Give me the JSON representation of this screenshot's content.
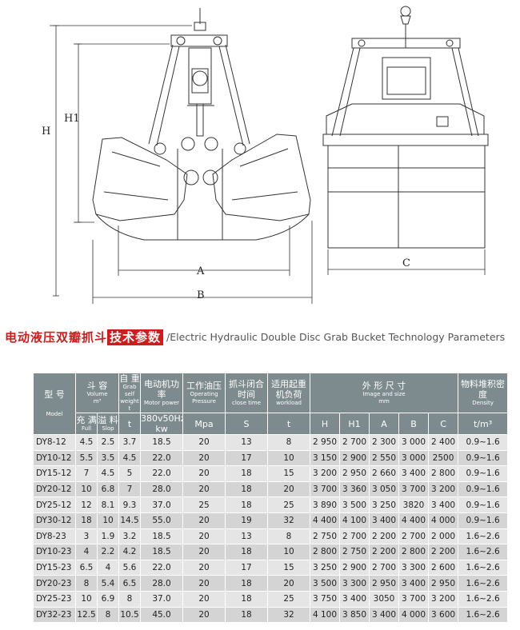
{
  "drawing": {
    "front_dims": {
      "H": "H",
      "H1": "H1",
      "A": "A",
      "B": "B"
    },
    "side_dims": {
      "C": "C"
    }
  },
  "title": {
    "cn_main": "电动液压双瓣抓斗",
    "cn_boxed": "技术参数",
    "en": "/Electric Hydraulic Double Disc Grab Bucket  Technology Parameters"
  },
  "table": {
    "headers": {
      "model_cn": "型 号",
      "model_en": "Model",
      "volume_cn": "斗 容",
      "volume_en": "Volume",
      "volume_unit": "m³",
      "full_cn": "充 满",
      "full_en": "Full",
      "slop_cn": "溢 料",
      "slop_en": "Slop",
      "weight_cn": "自 重",
      "weight_en": "Grab self weight",
      "weight_unit_t": "t",
      "weight_unit": "t",
      "motor_cn": "电动机功率",
      "motor_en": "Motor power",
      "motor_unit": "380v50Hz kw",
      "pressure_cn": "工作油压",
      "pressure_en": "Operating Pressure",
      "pressure_unit": "Mpa",
      "close_cn": "抓斗闭合时间",
      "close_en": "close time",
      "close_unit": "S",
      "workload_cn": "适用起重机负荷",
      "workload_en": "workload",
      "workload_unit": "t",
      "size_cn": "外 形 尺 寸",
      "size_en": "Image and size",
      "size_unit": "mm",
      "size_cols": [
        "H",
        "H1",
        "A",
        "B",
        "C"
      ],
      "density_cn": "物料堆积密 度",
      "density_en": "Density",
      "density_unit": "t/m³"
    },
    "rows": [
      [
        "DY8-12",
        "4.5",
        "2.5",
        "3.7",
        "18.5",
        "20",
        "13",
        "8",
        "2 950",
        "2 700",
        "2 300",
        "3 000",
        "2 400",
        "0.9~1.6"
      ],
      [
        "DY10-12",
        "5.5",
        "3.5",
        "4.5",
        "22.0",
        "20",
        "17",
        "10",
        "3 150",
        "2 900",
        "2 550",
        "3 000",
        "2500",
        "0.9~1.6"
      ],
      [
        "DY15-12",
        "7",
        "4.5",
        "5",
        "22.0",
        "20",
        "18",
        "15",
        "3 200",
        "2 950",
        "2 660",
        "3 400",
        "2 800",
        "0.9~1.6"
      ],
      [
        "DY20-12",
        "10",
        "6.8",
        "7",
        "28.0",
        "20",
        "18",
        "20",
        "3 700",
        "3 360",
        "3 050",
        "3 700",
        "3 200",
        "0.9~1.6"
      ],
      [
        "DY25-12",
        "12",
        "8.1",
        "9.3",
        "37.0",
        "25",
        "18",
        "25",
        "3 890",
        "3 500",
        "3 250",
        "3820",
        "3 400",
        "0.9~1.6"
      ],
      [
        "DY30-12",
        "18",
        "10",
        "14.5",
        "55.0",
        "20",
        "19",
        "32",
        "4 400",
        "4 100",
        "3 400",
        "4 400",
        "4 000",
        "0.9~1.6"
      ],
      [
        "DY8-23",
        "3",
        "1.9",
        "3.2",
        "18.5",
        "20",
        "13",
        "8",
        "2 750",
        "2 700",
        "2 200",
        "2 700",
        "2 000",
        "1.6~2.6"
      ],
      [
        "DY10-23",
        "4",
        "2.2",
        "4.2",
        "18.5",
        "20",
        "18",
        "10",
        "2 800",
        "2 750",
        "2 200",
        "2 800",
        "2 200",
        "1.6~2.6"
      ],
      [
        "DY15-23",
        "6.5",
        "4",
        "5.6",
        "22.0",
        "20",
        "17",
        "15",
        "3 250",
        "2 900",
        "2 700",
        "3 300",
        "2 600",
        "1.6~2.6"
      ],
      [
        "DY20-23",
        "8",
        "5.4",
        "6.5",
        "28.0",
        "20",
        "18",
        "20",
        "3 500",
        "3 300",
        "2 950",
        "3 400",
        "2 950",
        "1.6~2.6"
      ],
      [
        "DY25-23",
        "10",
        "6.9",
        "8",
        "37.0",
        "20",
        "18",
        "25",
        "3 750",
        "3 400",
        "3050",
        "3 700",
        "3 200",
        "1.6~2.6"
      ],
      [
        "DY32-23",
        "12.5",
        "8",
        "10.5",
        "45.0",
        "20",
        "18",
        "32",
        "4 100",
        "3 850",
        "3 400",
        "4 000",
        "3 600",
        "1.6~2.6"
      ]
    ]
  }
}
